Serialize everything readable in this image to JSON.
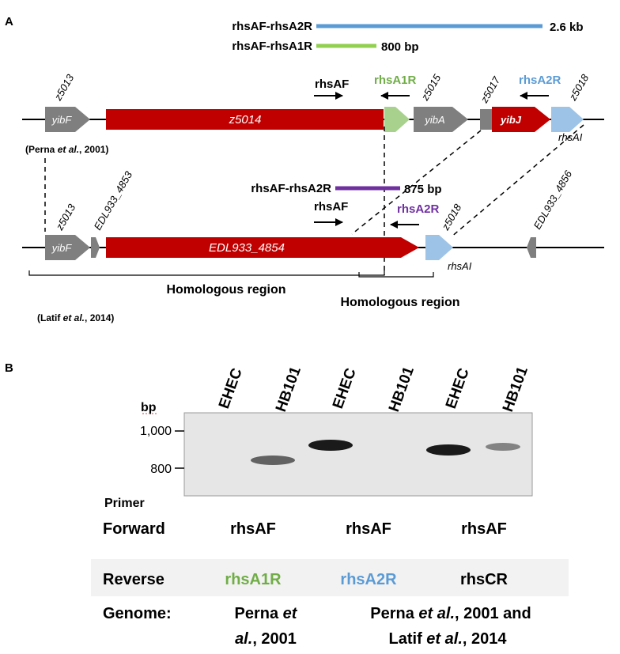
{
  "panel_a": {
    "label": "A",
    "products": [
      {
        "name": "rhsAF-rhsA2R",
        "size": "2.6 kb",
        "color": "#5b9bd5"
      },
      {
        "name": "rhsAF-rhsA1R",
        "size": "800 bp",
        "color": "#92d050"
      },
      {
        "name": "rhsAF-rhsA2R",
        "size": "875 bp",
        "color": "#7030a0"
      }
    ],
    "perna_genome": {
      "citation_prefix": "(Perna ",
      "citation_etal": "et al.",
      "citation_suffix": ", 2001)",
      "genes": {
        "yibF": "yibF",
        "z5014": "z5014",
        "yibA": "yibA",
        "yibJ": "yibJ",
        "rhsAI": "rhsAI"
      },
      "tags": {
        "z5013": "z5013",
        "z5015": "z5015",
        "z5017": "z5017",
        "z5018": "z5018"
      },
      "primers": {
        "rhsAF": "rhsAF",
        "rhsA1R": "rhsA1R",
        "rhsA2R": "rhsA2R"
      }
    },
    "latif_genome": {
      "citation_prefix": "(Latif ",
      "citation_etal": "et al.",
      "citation_suffix": ", 2014)",
      "genes": {
        "yibF": "yibF",
        "edl4854": "EDL933_4854",
        "rhsAI": "rhsAI"
      },
      "tags": {
        "z5013": "z5013",
        "edl4853": "EDL933_4853",
        "z5018": "z5018",
        "edl4856": "EDL933_4856"
      },
      "primers": {
        "rhsAF": "rhsAF",
        "rhsA2R": "rhsA2R"
      }
    },
    "homologous_region_1": "Homologous region",
    "homologous_region_2": "Homologous region",
    "colors": {
      "red": "#c00000",
      "grey": "#7f7f7f",
      "green": "#92d050",
      "lightblue": "#9dc3e6",
      "blue": "#5b9bd5",
      "purple": "#7030a0"
    }
  },
  "panel_b": {
    "label": "B",
    "bp_label": "bp",
    "markers": [
      "1,000",
      "800"
    ],
    "lanes": [
      "EHEC",
      "HB101",
      "EHEC",
      "HB101",
      "EHEC",
      "HB101"
    ],
    "primer_heading": "Primer",
    "forward_label": "Forward",
    "forward_values": [
      "rhsAF",
      "rhsAF",
      "rhsAF"
    ],
    "reverse_label": "Reverse",
    "reverse_values": [
      "rhsA1R",
      "rhsA2R",
      "rhsCR"
    ],
    "genome_label": "Genome:",
    "genome_1": {
      "line1_prefix": "Perna ",
      "line1_etal": "et",
      "line2_etal": "al.",
      "line2_suffix": ", 2001"
    },
    "genome_2": {
      "line1_prefix": "Perna ",
      "line1_etal": "et al.",
      "line1_suffix": ", 2001 and",
      "line2_prefix": "Latif ",
      "line2_etal": "et al.",
      "line2_suffix": ", 2014"
    }
  }
}
